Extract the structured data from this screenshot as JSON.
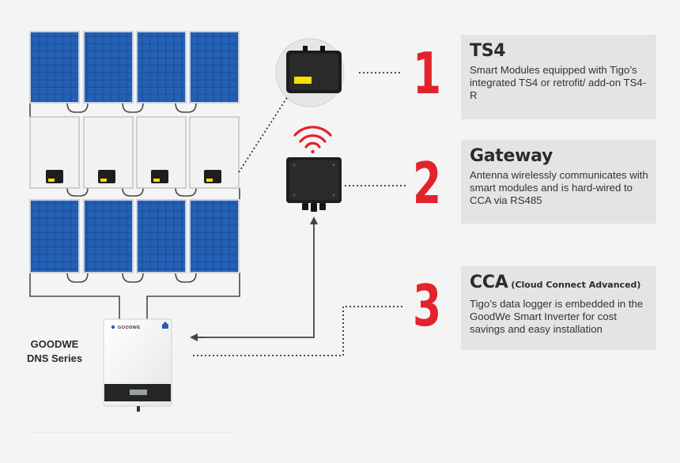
{
  "steps": [
    {
      "number": "1",
      "title": "TS4",
      "subtitle": "",
      "body": "Smart Modules equipped with Tigo’s integrated TS4 or retrofit/ add-on TS4-R"
    },
    {
      "number": "2",
      "title": "Gateway",
      "subtitle": "",
      "body": "Antenna wirelessly communicates with smart modules and is hard-wired to CCA via RS485"
    },
    {
      "number": "3",
      "title": "CCA",
      "subtitle": "(Cloud Connect Advanced)",
      "body": "Tigo’s data logger is embedded in the GoodWe Smart Inverter for cost savings and easy installation"
    }
  ],
  "inverter": {
    "label_line1": "GOODWE",
    "label_line2": "DNS Series",
    "brand_text": "GOODWE"
  },
  "colors": {
    "accent_red": "#e3232c",
    "panel_blue": "#1a4f9c",
    "box_grey": "#e4e4e4",
    "tag_yellow": "#f5e000"
  },
  "icons": {
    "wifi": "wifi-signal-icon",
    "ts4": "ts4-module-icon",
    "gateway": "gateway-device-icon",
    "inverter": "inverter-icon"
  }
}
